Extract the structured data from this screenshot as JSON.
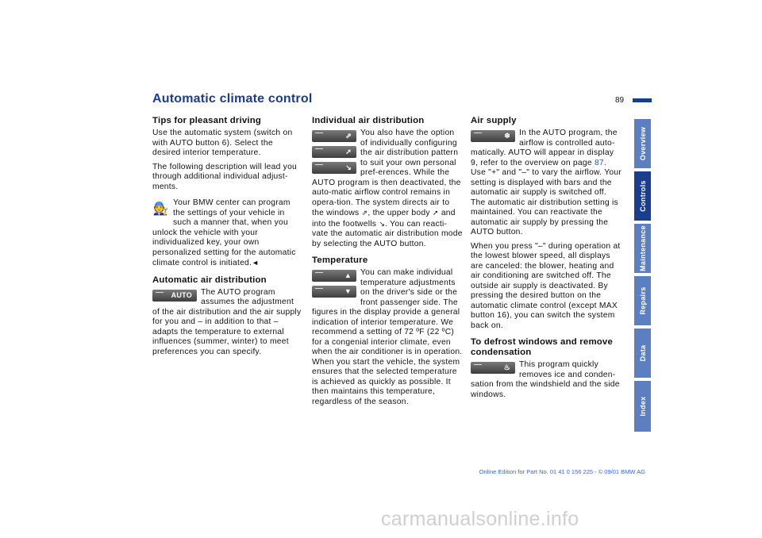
{
  "page": {
    "title": "Automatic climate control",
    "number": "89"
  },
  "col1": {
    "h_tips": "Tips for pleasant driving",
    "p_tips1": "Use the automatic system (switch on with AUTO button 6). Select the desired interior temperature.",
    "p_tips2": "The following description will lead you through additional individual adjust-ments.",
    "p_bmw": "Your BMW center can program the settings of your vehicle in such a manner that, when you unlock the vehicle with your individualized key, your own personalized setting for the automatic climate control is initiated.",
    "end_mark": "◄",
    "h_auto": "Automatic air distribution",
    "auto_btn": "AUTO",
    "p_auto": "The AUTO program assumes the adjustment of the air distribution and the air supply for you and – in addition to that – adapts the temperature to external influences (summer, winter) to meet preferences you can specify."
  },
  "col2": {
    "h_ind": "Individual air distribution",
    "p_ind_a": "You also have the option of individually configuring the air distribution pattern to suit your own personal pref-erences. While the AUTO program is then deactivated, the auto-matic airflow control remains in opera-tion. The system directs air to the windows",
    "p_ind_b": ", the upper body",
    "p_ind_c": "and into the footwells",
    "p_ind_d": ". You can reacti-vate the automatic air distribution mode by selecting the AUTO button.",
    "h_temp": "Temperature",
    "p_temp": "You can make individual temperature adjustments on the driver's side or the front passenger side. The figures in the display provide a general indication of interior temperature. We recommend a setting of 72 ºF (22 ºC) for a congenial interior climate, even when the air conditioner is in operation. When you start the vehicle, the system ensures that the selected temperature is achieved as quickly as possible. It then maintains this temperature, regardless of the season."
  },
  "col3": {
    "h_air": "Air supply",
    "p_air1_a": "In the AUTO program, the airflow is controlled auto-matically. AUTO will appear in display 9, refer to the overview on page",
    "p_air1_link": "87",
    "p_air1_b": ". Use \"+\" and \"–\" to vary the airflow. Your setting is displayed with bars and the automatic air supply is switched off. The automatic air distribution setting is maintained. You can reactivate the automatic air supply by pressing the AUTO button.",
    "p_air2": "When you press \"–\" during operation at the lowest blower speed, all displays are canceled: the blower, heating and air conditioning are switched off. The outside air supply is deactivated. By pressing the desired button on the automatic climate control (except MAX button 16), you can switch the system back on.",
    "h_defrost": "To defrost windows and remove condensation",
    "p_defrost": "This program quickly removes ice and conden-sation from the windshield and the side windows."
  },
  "sidebar": [
    {
      "label": "Overview"
    },
    {
      "label": "Controls"
    },
    {
      "label": "Maintenance"
    },
    {
      "label": "Repairs"
    },
    {
      "label": "Data"
    },
    {
      "label": "Index"
    }
  ],
  "footer": "Online Edition for Part No. 01 41 0 156 225 - © 09/01 BMW AG",
  "watermark": "carmanualsonline.info"
}
